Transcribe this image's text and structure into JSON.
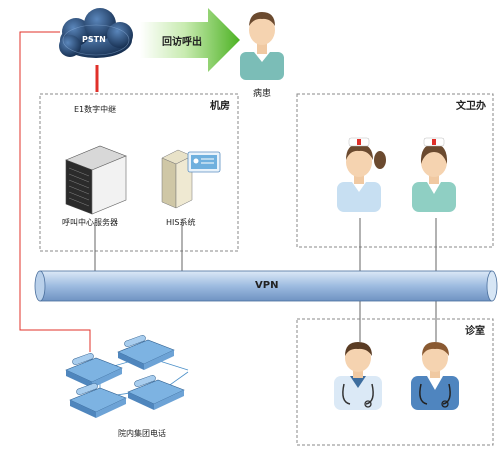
{
  "pstn": {
    "label": "PSTN"
  },
  "callback": {
    "label": "回访呼出"
  },
  "patient": {
    "label": "病患"
  },
  "e1": {
    "label": "E1数字中继"
  },
  "machine_room": {
    "title": "机房"
  },
  "callcenter": {
    "label": "呼叫中心服务器"
  },
  "his": {
    "label": "HIS系统"
  },
  "office": {
    "title": "文卫办"
  },
  "vpn": {
    "label": "VPN"
  },
  "clinic": {
    "title": "诊室"
  },
  "phones": {
    "label": "院内集团电话"
  },
  "colors": {
    "red_line": "#e0302a",
    "cloud": "#1d3f6a",
    "arrow": "#5cbf2a",
    "pipe": "#a9c6e6"
  }
}
